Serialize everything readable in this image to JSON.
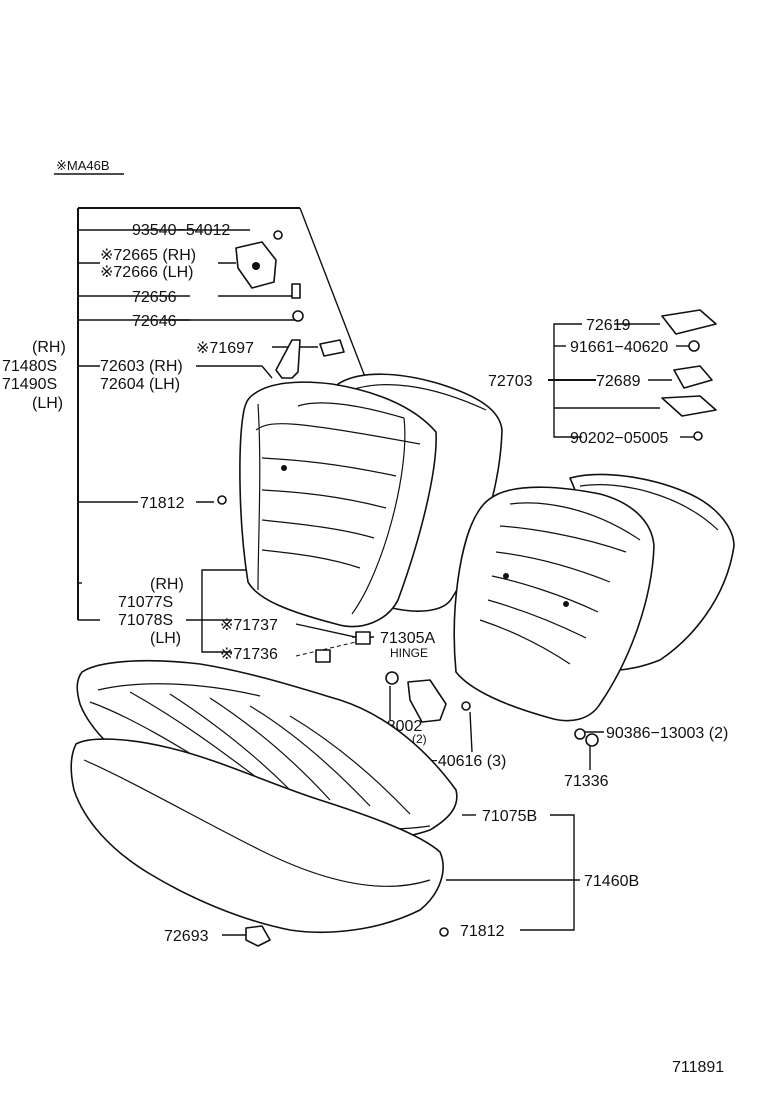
{
  "header": {
    "note": "※MA46B"
  },
  "labels": {
    "p93540": "93540−54012",
    "p72665": "※72665 (RH)",
    "p72666": "※72666 (LH)",
    "p72656": "72656",
    "p72646": "72646",
    "p71697": "※71697",
    "rh1": "(RH)",
    "p71480": "71480S",
    "p71490": "71490S",
    "lh1": "(LH)",
    "p72603": "72603 (RH)",
    "p72604": "72604 (LH)",
    "p71812a": "71812",
    "rh2": "(RH)",
    "p71077": "71077S",
    "p71078": "71078S",
    "lh2": "(LH)",
    "p71737": "※71737",
    "p71736": "※71736",
    "p71305": "71305A",
    "hinge": "HINGE",
    "p90389": "90389−08002",
    "p90389q": "(2)",
    "p91661b": "91661−40616 (3)",
    "p72619": "72619",
    "p91661a": "91661−40620",
    "p72703": "72703",
    "p72689": "72689",
    "p90202": "90202−05005",
    "p90386": "90386−13003 (2)",
    "p71336": "71336",
    "p71075": "71075B",
    "p71460": "71460B",
    "p72693": "72693",
    "p71812b": "71812"
  },
  "footer": {
    "figure_no": "711891"
  }
}
